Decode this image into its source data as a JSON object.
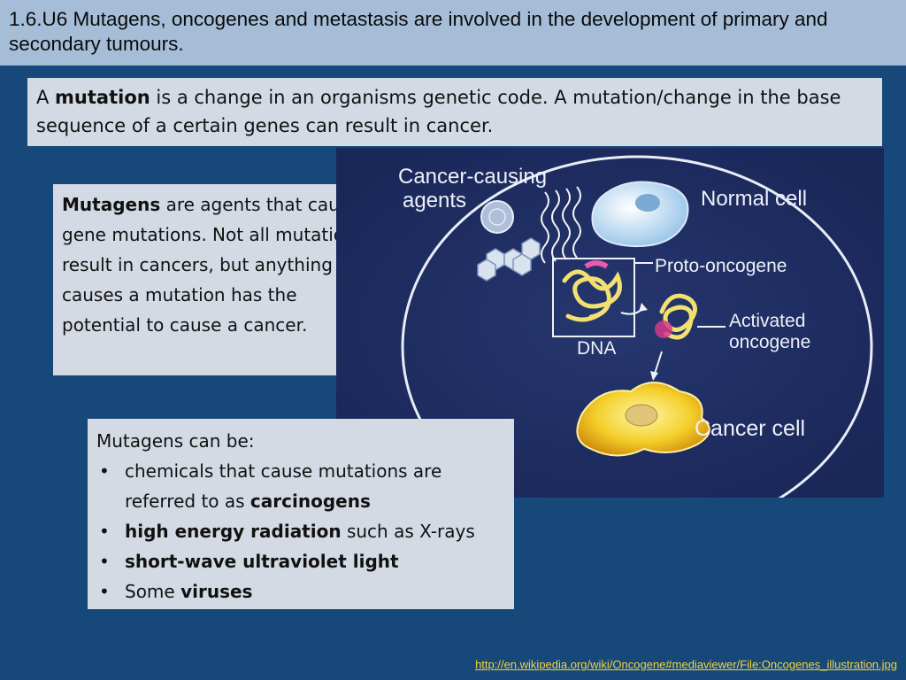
{
  "title": "1.6.U6 Mutagens, oncogenes and metastasis are involved in the development of primary and secondary tumours.",
  "intro": {
    "prefix": "A ",
    "bold": "mutation",
    "rest": " is a change in an organisms genetic code. A mutation/change in the base sequence of a certain genes can result in cancer."
  },
  "definition": {
    "bold": "Mutagens",
    "rest": " are agents that cause gene mutations. Not all mutations result in cancers, but anything that causes a mutation has the potential to cause a cancer."
  },
  "mutagens_list": {
    "heading": "Mutagens can be:",
    "items": [
      {
        "pre": "chemicals that cause mutations are referred to as ",
        "bold": "carcinogens",
        "post": ""
      },
      {
        "pre": "",
        "bold": "high energy radiation",
        "post": " such as X-rays"
      },
      {
        "pre": "",
        "bold": "short-wave ultraviolet light",
        "post": ""
      },
      {
        "pre": "Some ",
        "bold": "viruses",
        "post": ""
      }
    ],
    "bullet": "•"
  },
  "figure": {
    "labels": {
      "agents_line1": "Cancer-causing",
      "agents_line2": "agents",
      "normal_cell": "Normal cell",
      "proto_oncogene": "Proto-oncogene",
      "activated_line1": "Activated",
      "activated_line2": "oncogene",
      "dna": "DNA",
      "cancer_cell": "Cancer cell"
    }
  },
  "source_url": "http://en.wikipedia.org/wiki/Oncogene#mediaviewer/File:Oncogenes_illustration.jpg",
  "colors": {
    "background": "#16497a",
    "title_bar": "#a6bdd8",
    "text_box": "#d4dae4",
    "link": "#f5d23d"
  }
}
